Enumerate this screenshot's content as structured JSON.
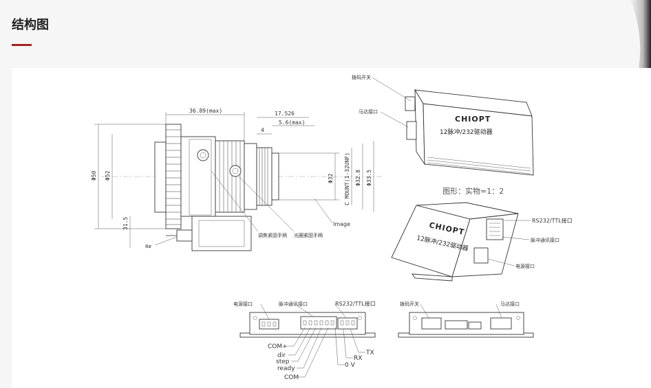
{
  "page": {
    "title": "结构图"
  },
  "lens_drawing": {
    "dimensions": [
      "36.89(max)",
      "17.526",
      "5.6(max)",
      "4",
      "Φ50",
      "Φ52",
      "Φ32",
      "C MOUNT(1-32UNF)",
      "Φ32.8",
      "Φ33.5",
      "31.5"
    ],
    "labels": {
      "image": "Image",
      "focus_screw": "调焦紧固手柄",
      "iris_screw": "光圈紧固手柄",
      "bottom": "8ø"
    }
  },
  "driver_top": {
    "brand": "CHIOPT",
    "model": "12脉冲/232驱动器",
    "dip_switch": "拨码开关",
    "motor_port": "马达接口"
  },
  "scale_text": "图形：实物=1：2",
  "driver_bottom": {
    "brand": "CHIOPT",
    "model": "12脉冲/232驱动器",
    "rs232": "RS232/TTL接口",
    "pulse_port": "脉冲通讯接口",
    "power_port": "电源接口"
  },
  "front_view": {
    "power_port": "电源接口",
    "pulse_port": "脉冲通讯接口",
    "rs232": "RS232/TTL接口",
    "pins": {
      "com_plus": "COM+",
      "dir": "dir",
      "step": "step",
      "ready": "ready",
      "com": "COM",
      "ov": "0 V",
      "rx": "RX",
      "tx": "TX"
    }
  },
  "rear_view": {
    "dip_switch": "拨码开关",
    "motor_port": "马达接口"
  },
  "colors": {
    "accent": "#a8211f",
    "line": "#333333"
  }
}
